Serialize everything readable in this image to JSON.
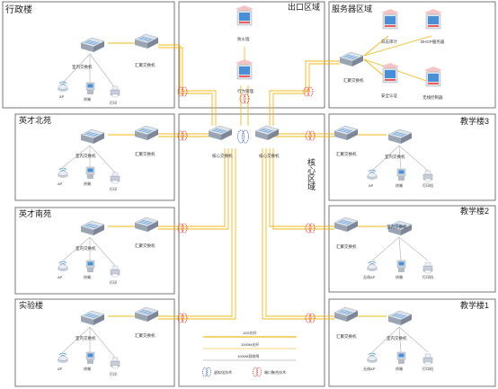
{
  "regions": {
    "admin": "行政楼",
    "exit": "出口区域",
    "server": "服务器区域",
    "north": "英才北苑",
    "south": "英才南苑",
    "lab": "实验楼",
    "core": "核心区域",
    "teach3": "教学楼3",
    "teach2": "教学楼2",
    "teach1": "教学楼1"
  },
  "labels": {
    "access_switch": "室内交换机",
    "agg_switch": "汇聚交换机",
    "core_switch": "核心交换机",
    "ap": "AP",
    "terminal": "终端",
    "printer": "打印",
    "printer_alt": "打印机",
    "wireless_ap": "无线AP",
    "firewall": "防火墙",
    "behavior_mgmt": "行为管理",
    "log_audit": "日志审计",
    "dhcp_server": "DHCP服务器",
    "security_auth": "安全认证",
    "wireless_controller": "无线控制器"
  },
  "legend": {
    "line_10g": "10G光纤",
    "line_1000m_fiber": "1000M光纤",
    "line_1000m_twisted": "1000M双绞线",
    "virtualization": "虚拟化技术",
    "port_aggregation": "端口聚合技术"
  },
  "colors": {
    "fiber10g": "#f2b81a",
    "fiber1000": "#f0c75a",
    "twisted": "#b9b9b9",
    "aggregation": "#d9342b",
    "virtualization": "#3a58c8",
    "device": "#bcc4cf",
    "device_dark": "#8a94a3",
    "screen": "#4a8fd6",
    "server_red": "#e85d5d",
    "box": "#555555"
  }
}
